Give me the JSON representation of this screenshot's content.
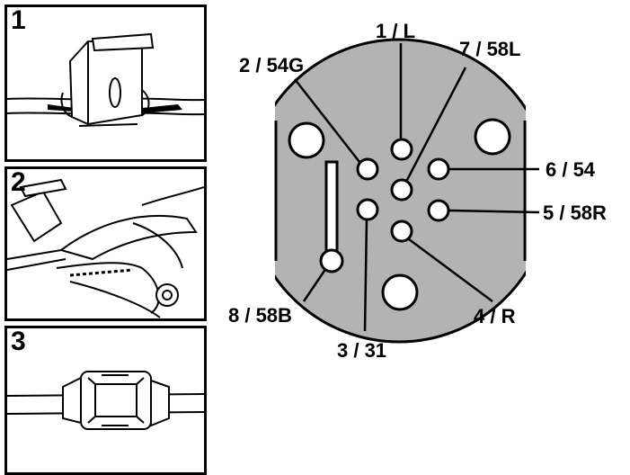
{
  "steps": [
    {
      "number": "1"
    },
    {
      "number": "2"
    },
    {
      "number": "3"
    }
  ],
  "pins": [
    {
      "label": "1 / L"
    },
    {
      "label": "2 / 54G"
    },
    {
      "label": "7 / 58L"
    },
    {
      "label": "6 / 54"
    },
    {
      "label": "5 / 58R"
    },
    {
      "label": "4 / R"
    },
    {
      "label": "3 / 31"
    },
    {
      "label": "8 / 58B"
    }
  ],
  "colors": {
    "plate": "#b3b3b3",
    "ink": "#000000"
  }
}
